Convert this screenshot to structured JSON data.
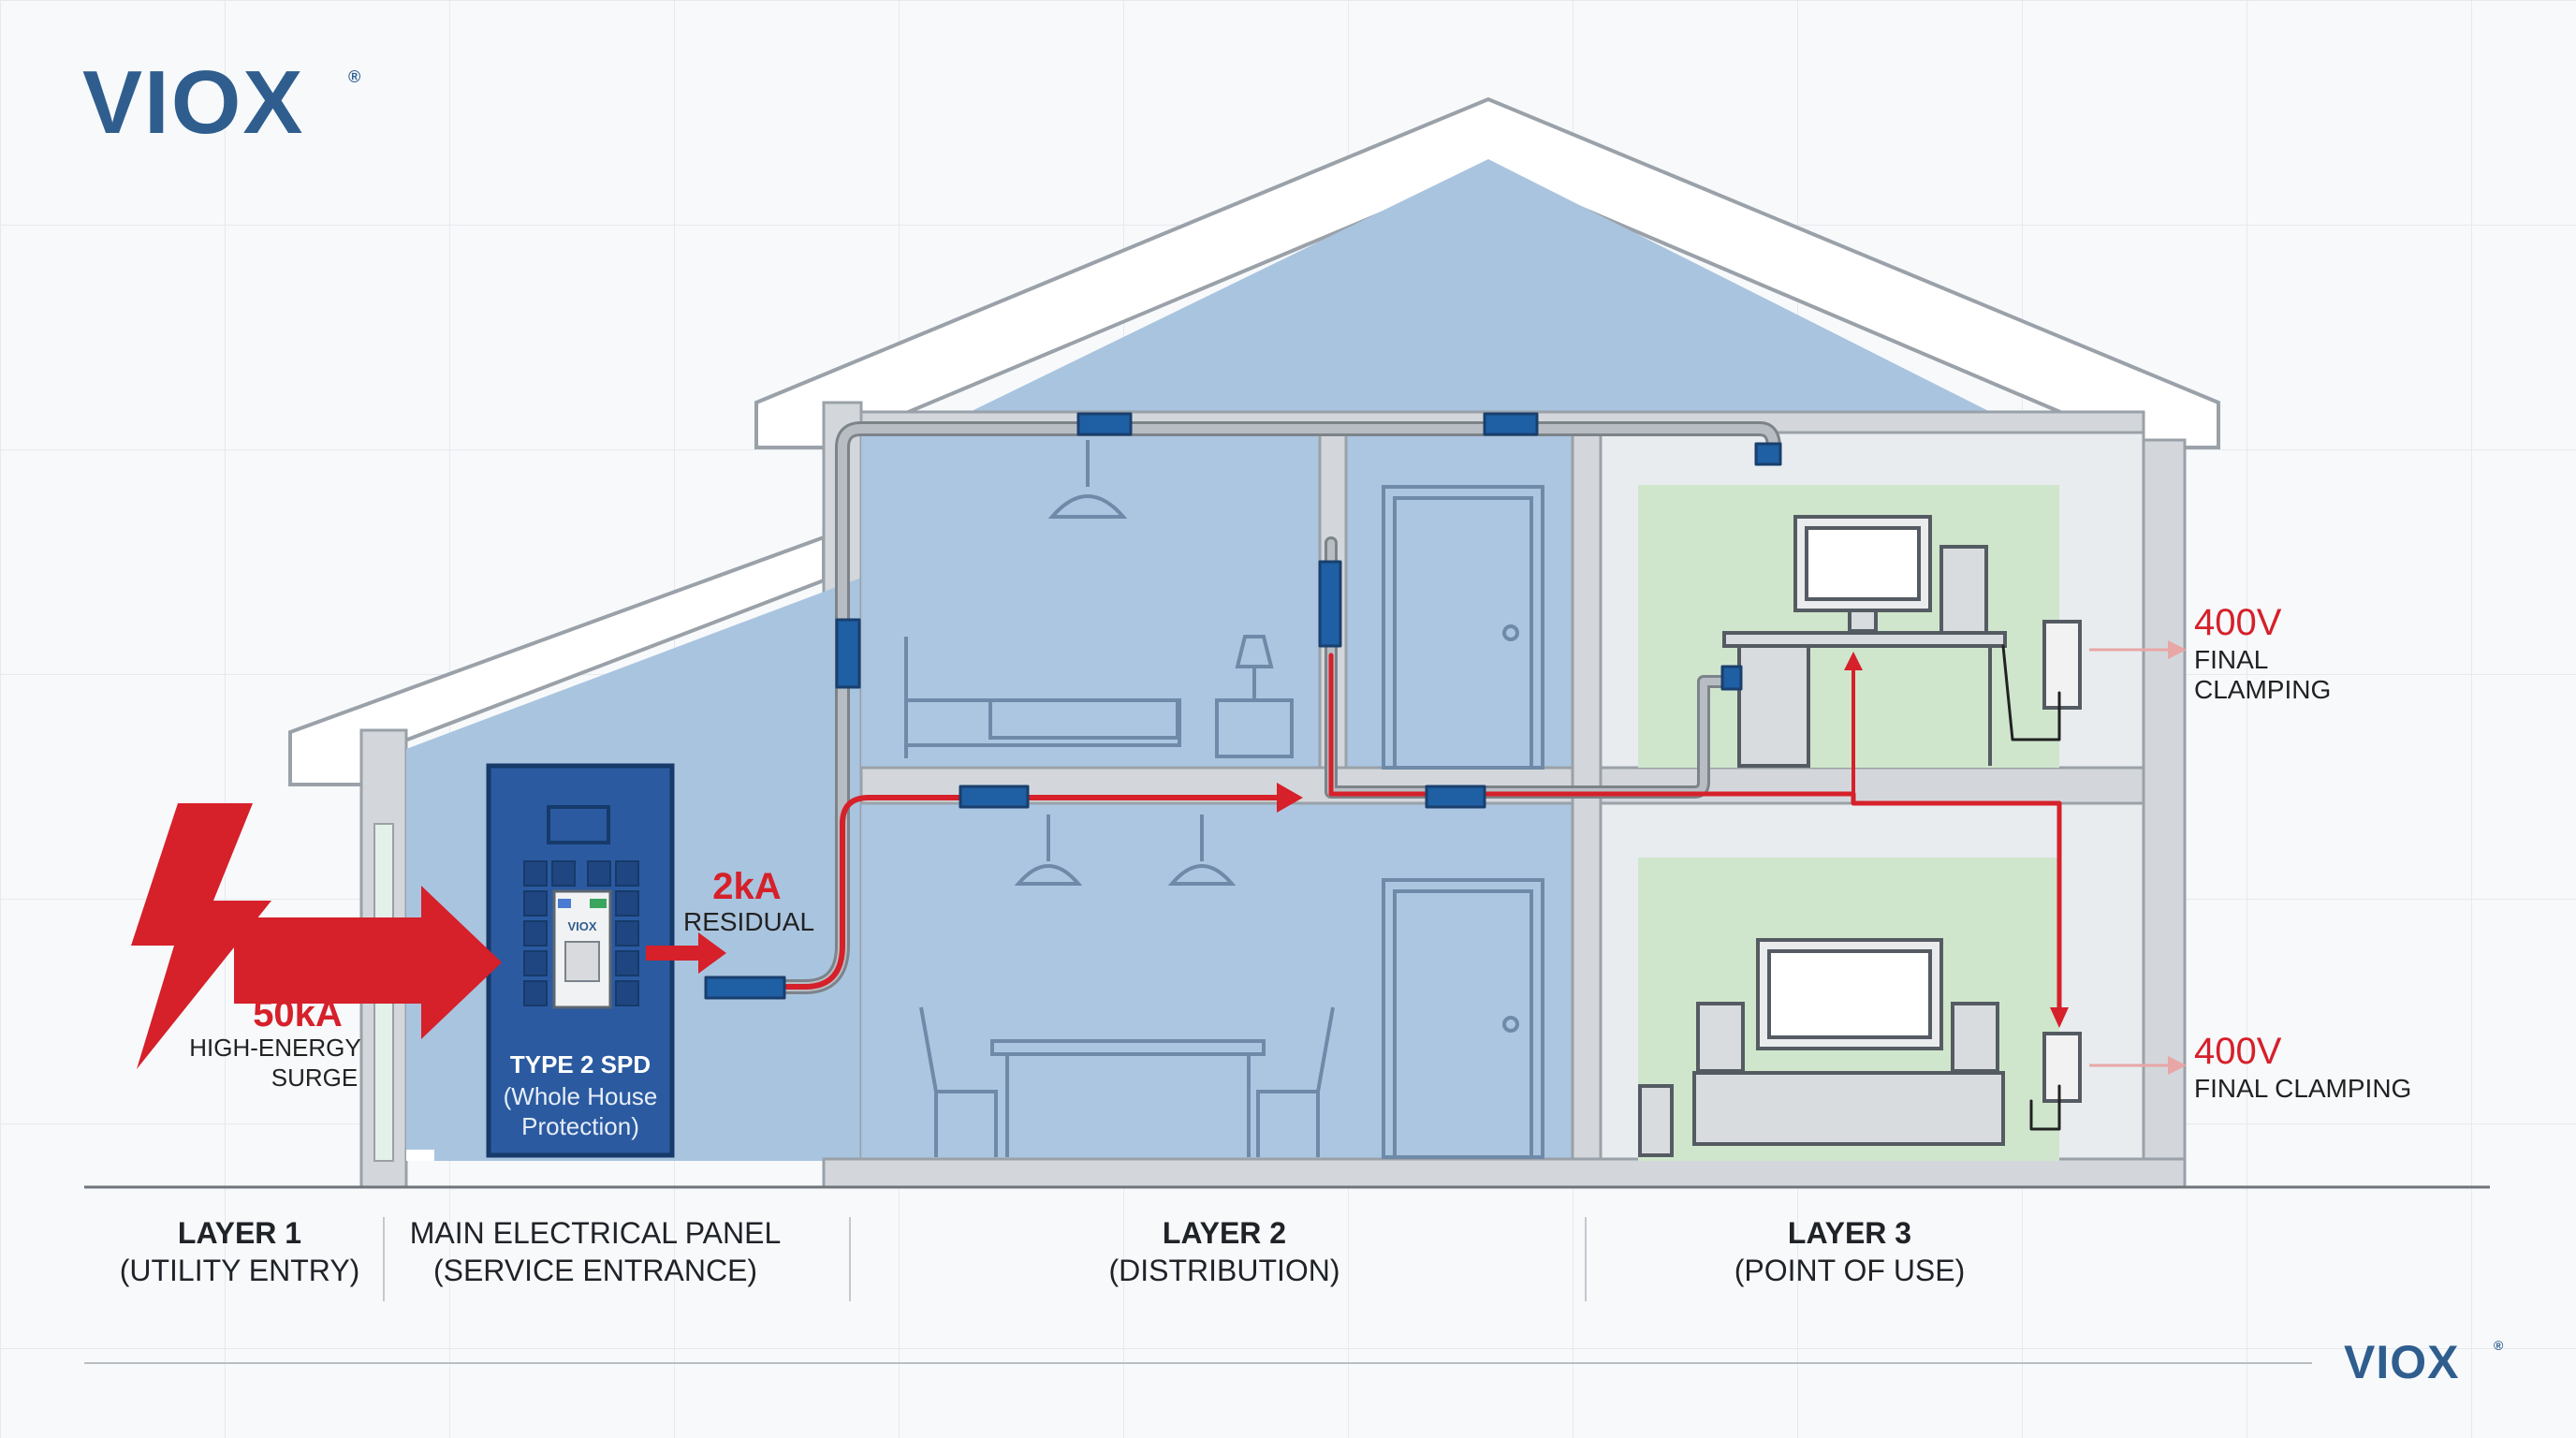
{
  "brand": {
    "logo_text": "VIOX",
    "registered_mark": "®"
  },
  "colors": {
    "brand_blue": "#2f5e8e",
    "surge_red": "#d6202a",
    "house_blue": "#a9c4df",
    "room_green": "#cfe6cc",
    "wall_gray": "#c9ced4",
    "panel_blue": "#2b5aa0",
    "light_red": "#e8a6a6"
  },
  "surge": {
    "value": "50kA",
    "line1": "HIGH-ENERGY",
    "line2": "SURGE"
  },
  "panel": {
    "title": "TYPE 2 SPD",
    "line1": "(Whole House",
    "line2": "Protection)",
    "device_brand": "VIOX"
  },
  "residual": {
    "value": "2kA",
    "label": "RESIDUAL"
  },
  "point_of_use": [
    {
      "value": "400V",
      "line1": "FINAL",
      "line2": "CLAMPING"
    },
    {
      "value": "400V",
      "line1": "FINAL CLAMPING",
      "line2": ""
    }
  ],
  "footer": {
    "columns": [
      {
        "title": "LAYER 1",
        "subtitle": "(UTILITY ENTRY)"
      },
      {
        "title": "MAIN ELECTRICAL PANEL",
        "subtitle": "(SERVICE ENTRANCE)"
      },
      {
        "title": "LAYER 2",
        "subtitle": "(DISTRIBUTION)"
      },
      {
        "title": "LAYER 3",
        "subtitle": "(POINT OF USE)"
      }
    ]
  }
}
